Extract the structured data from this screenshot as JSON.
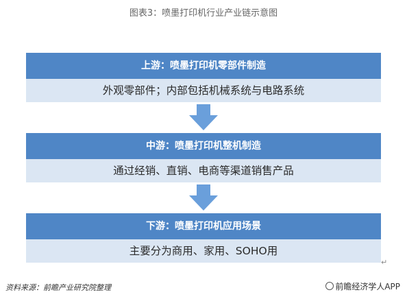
{
  "title": "图表3：喷墨打印机行业产业链示意图",
  "stages": [
    {
      "header": "上游：喷墨打印机零部件制造",
      "body": "外观零部件；内部包括机械系统与电路系统"
    },
    {
      "header": "中游：喷墨打印机整机制造",
      "body": "通过经销、直销、电商等渠道销售产品"
    },
    {
      "header": "下游：喷墨打印机应用场景",
      "body": "主要分为商用、家用、SOHO用"
    }
  ],
  "source": "资料来源：前瞻产业研究院整理",
  "credit": "前瞻经济学人APP",
  "return_mark": "↵",
  "colors": {
    "header_bg": "#4f86c6",
    "body_bg": "#dbe6f3",
    "arrow": "#6a9fdb"
  },
  "icons": {
    "credit": "at-sign-icon",
    "flow_arrow": "down-arrow-icon"
  }
}
